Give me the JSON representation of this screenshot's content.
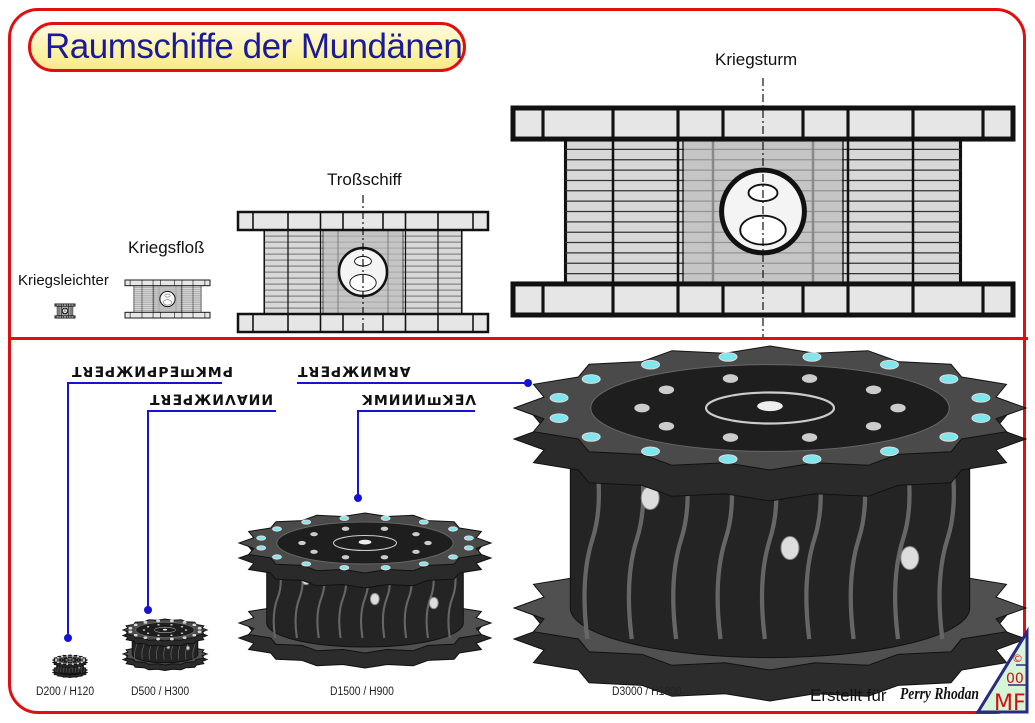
{
  "title": "Raumschiffe der Mundänen",
  "side_views": {
    "kriegsleichter": "Kriegsleichter",
    "kriegsfloss": "Kriegsfloß",
    "trossschiff": "Troßschiff",
    "kriegsturm": "Kriegsturm"
  },
  "alien_labels": [
    "ꓕꓤƎꓒЖИꓒꓑƎꟺꓘꓟꓒ",
    "ꓕꓤƎꓒЖИꓥꓯИИ",
    "ꓕꓤƎꓒЖИꓟꓤꓯ",
    "ꓘꓟИИИꟺꓘƎꓥ"
  ],
  "dimensions": [
    "D200 / H120",
    "D500 / H300",
    "D1500 / H900",
    "D3000 / H1800"
  ],
  "credit": "Erstellt für",
  "brand": "Perry Rhodan",
  "logo_text": [
    "©",
    "00",
    "MF"
  ],
  "colors": {
    "frame": "#e01010",
    "leader": "#1414d2",
    "title_text": "#1a1a9a"
  }
}
